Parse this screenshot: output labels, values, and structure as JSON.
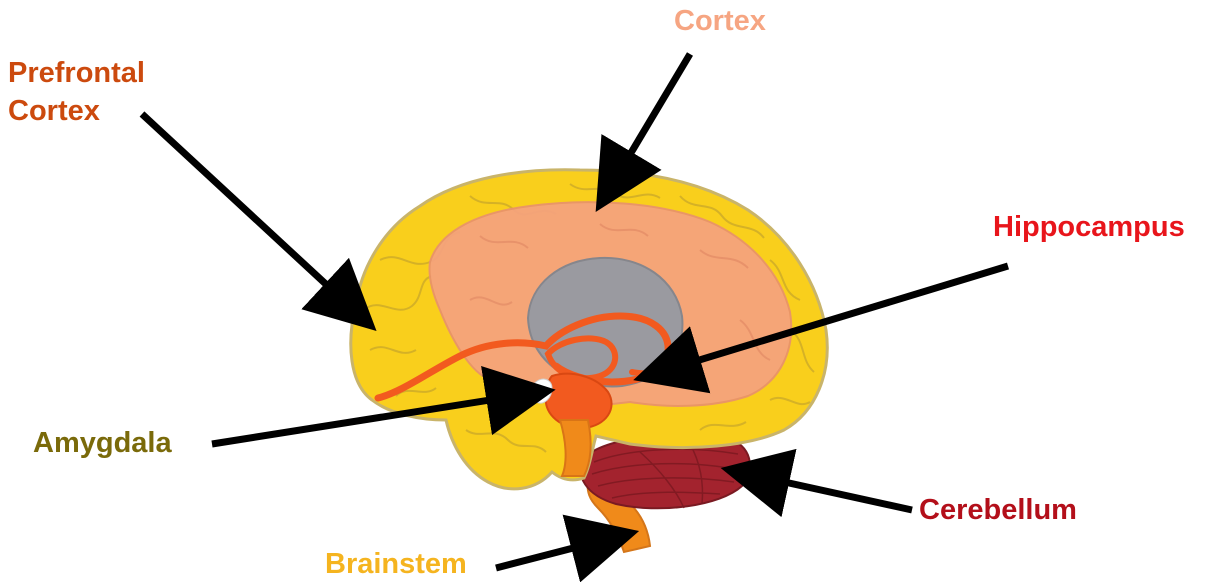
{
  "labels": {
    "prefrontal_line1": "Prefrontal",
    "prefrontal_line2": "Cortex",
    "cortex": "Cortex",
    "hippocampus": "Hippocampus",
    "amygdala": "Amygdala",
    "cerebellum": "Cerebellum",
    "brainstem": "Brainstem"
  },
  "colors": {
    "prefrontal": "#cc4a0e",
    "cortex": "#f6a582",
    "hippocampus": "#e8151b",
    "amygdala": "#7a6a0a",
    "cerebellum": "#b30f1a",
    "brainstem": "#f5b41f",
    "brain_outer": "#f9cf1c",
    "brain_inner": "#f5a37c",
    "thalamus": "#9a9aa0",
    "limbic": "#f25a1f",
    "cerebellum_fill": "#a3232e",
    "brainstem_fill": "#f08a1a",
    "arrow": "#000000"
  }
}
